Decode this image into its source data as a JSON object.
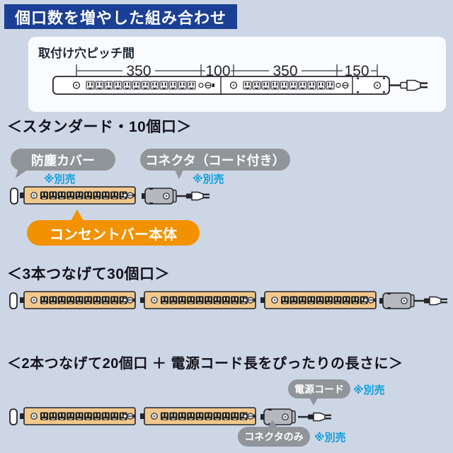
{
  "header": {
    "title": "個口数を増やした組み合わせ"
  },
  "pitch_panel": {
    "title": "取付け穴ピッチ間",
    "dims": {
      "d1": "350",
      "d2": "100",
      "d3": "350",
      "d4": "150"
    }
  },
  "sections": {
    "standard": {
      "heading": "＜スタンダード・10個口＞",
      "dust_cover": {
        "label": "防塵カバー",
        "note": "※別売"
      },
      "connector_corded": {
        "label": "コネクタ（コード付き）",
        "note": "※別売"
      },
      "bar_body": {
        "label": "コンセントバー本体"
      }
    },
    "triple": {
      "heading": "＜3本つなげて30個口＞"
    },
    "double": {
      "heading": "＜2本つなげて20個口 ＋ 電源コード長をぴったりの長さに＞",
      "power_cord": {
        "label": "電源コード",
        "note": "※別売"
      },
      "connector_only": {
        "label": "コネクタのみ",
        "note": "※別売"
      }
    }
  },
  "colors": {
    "background": "#cdd6e5",
    "header_blue": "#1b3f94",
    "accent_orange": "#f29200",
    "note_blue": "#0e9fdb",
    "bubble_gray": "#909599",
    "bar_tan": "#f2c88c"
  }
}
